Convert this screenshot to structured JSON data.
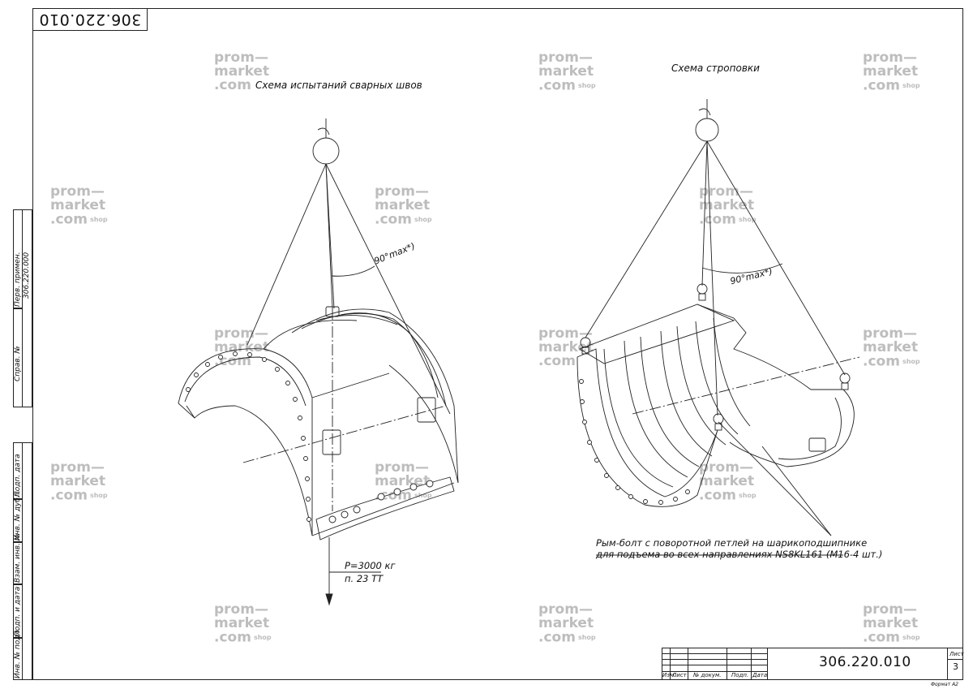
{
  "sheet": {
    "code_top": "306.220.010",
    "format": "Формат А2"
  },
  "side_stamp": {
    "perv_primen_label": "Перв. примен.",
    "perv_primen_value": "306.220.000",
    "sprav_label": "Справ. №",
    "podp_data_1": "Подп. дата",
    "inv_dubl": "Инв. № дубл.",
    "vzam_inv": "Взам. инв. №",
    "podp_data_2": "Подп. и дата",
    "inv_podl": "Инв. № подл."
  },
  "left_view": {
    "title": "Схема испытаний сварных швов",
    "angle_label": "90°max*)",
    "load_label": "P=3000 кг",
    "load_ref": "п. 23 ТТ"
  },
  "right_view": {
    "title": "Схема строповки",
    "angle_label": "90°max*)",
    "note_line1": "Рым-болт с поворотной петлей на шарикоподшипнике",
    "note_line2": "для подъема во всех направлениях NS8KL161 (M16-4 шт.)"
  },
  "watermark": {
    "line1": "prom—",
    "line2": "market",
    "line3": ".com",
    "shop": "shop"
  },
  "title_block": {
    "code": "306.220.010",
    "sheet_label": "Лист",
    "sheet_number": "3",
    "col_izm": "Изм.",
    "col_list": "Лист",
    "col_doc": "№ докум.",
    "col_podp": "Подп.",
    "col_data": "Дата"
  }
}
